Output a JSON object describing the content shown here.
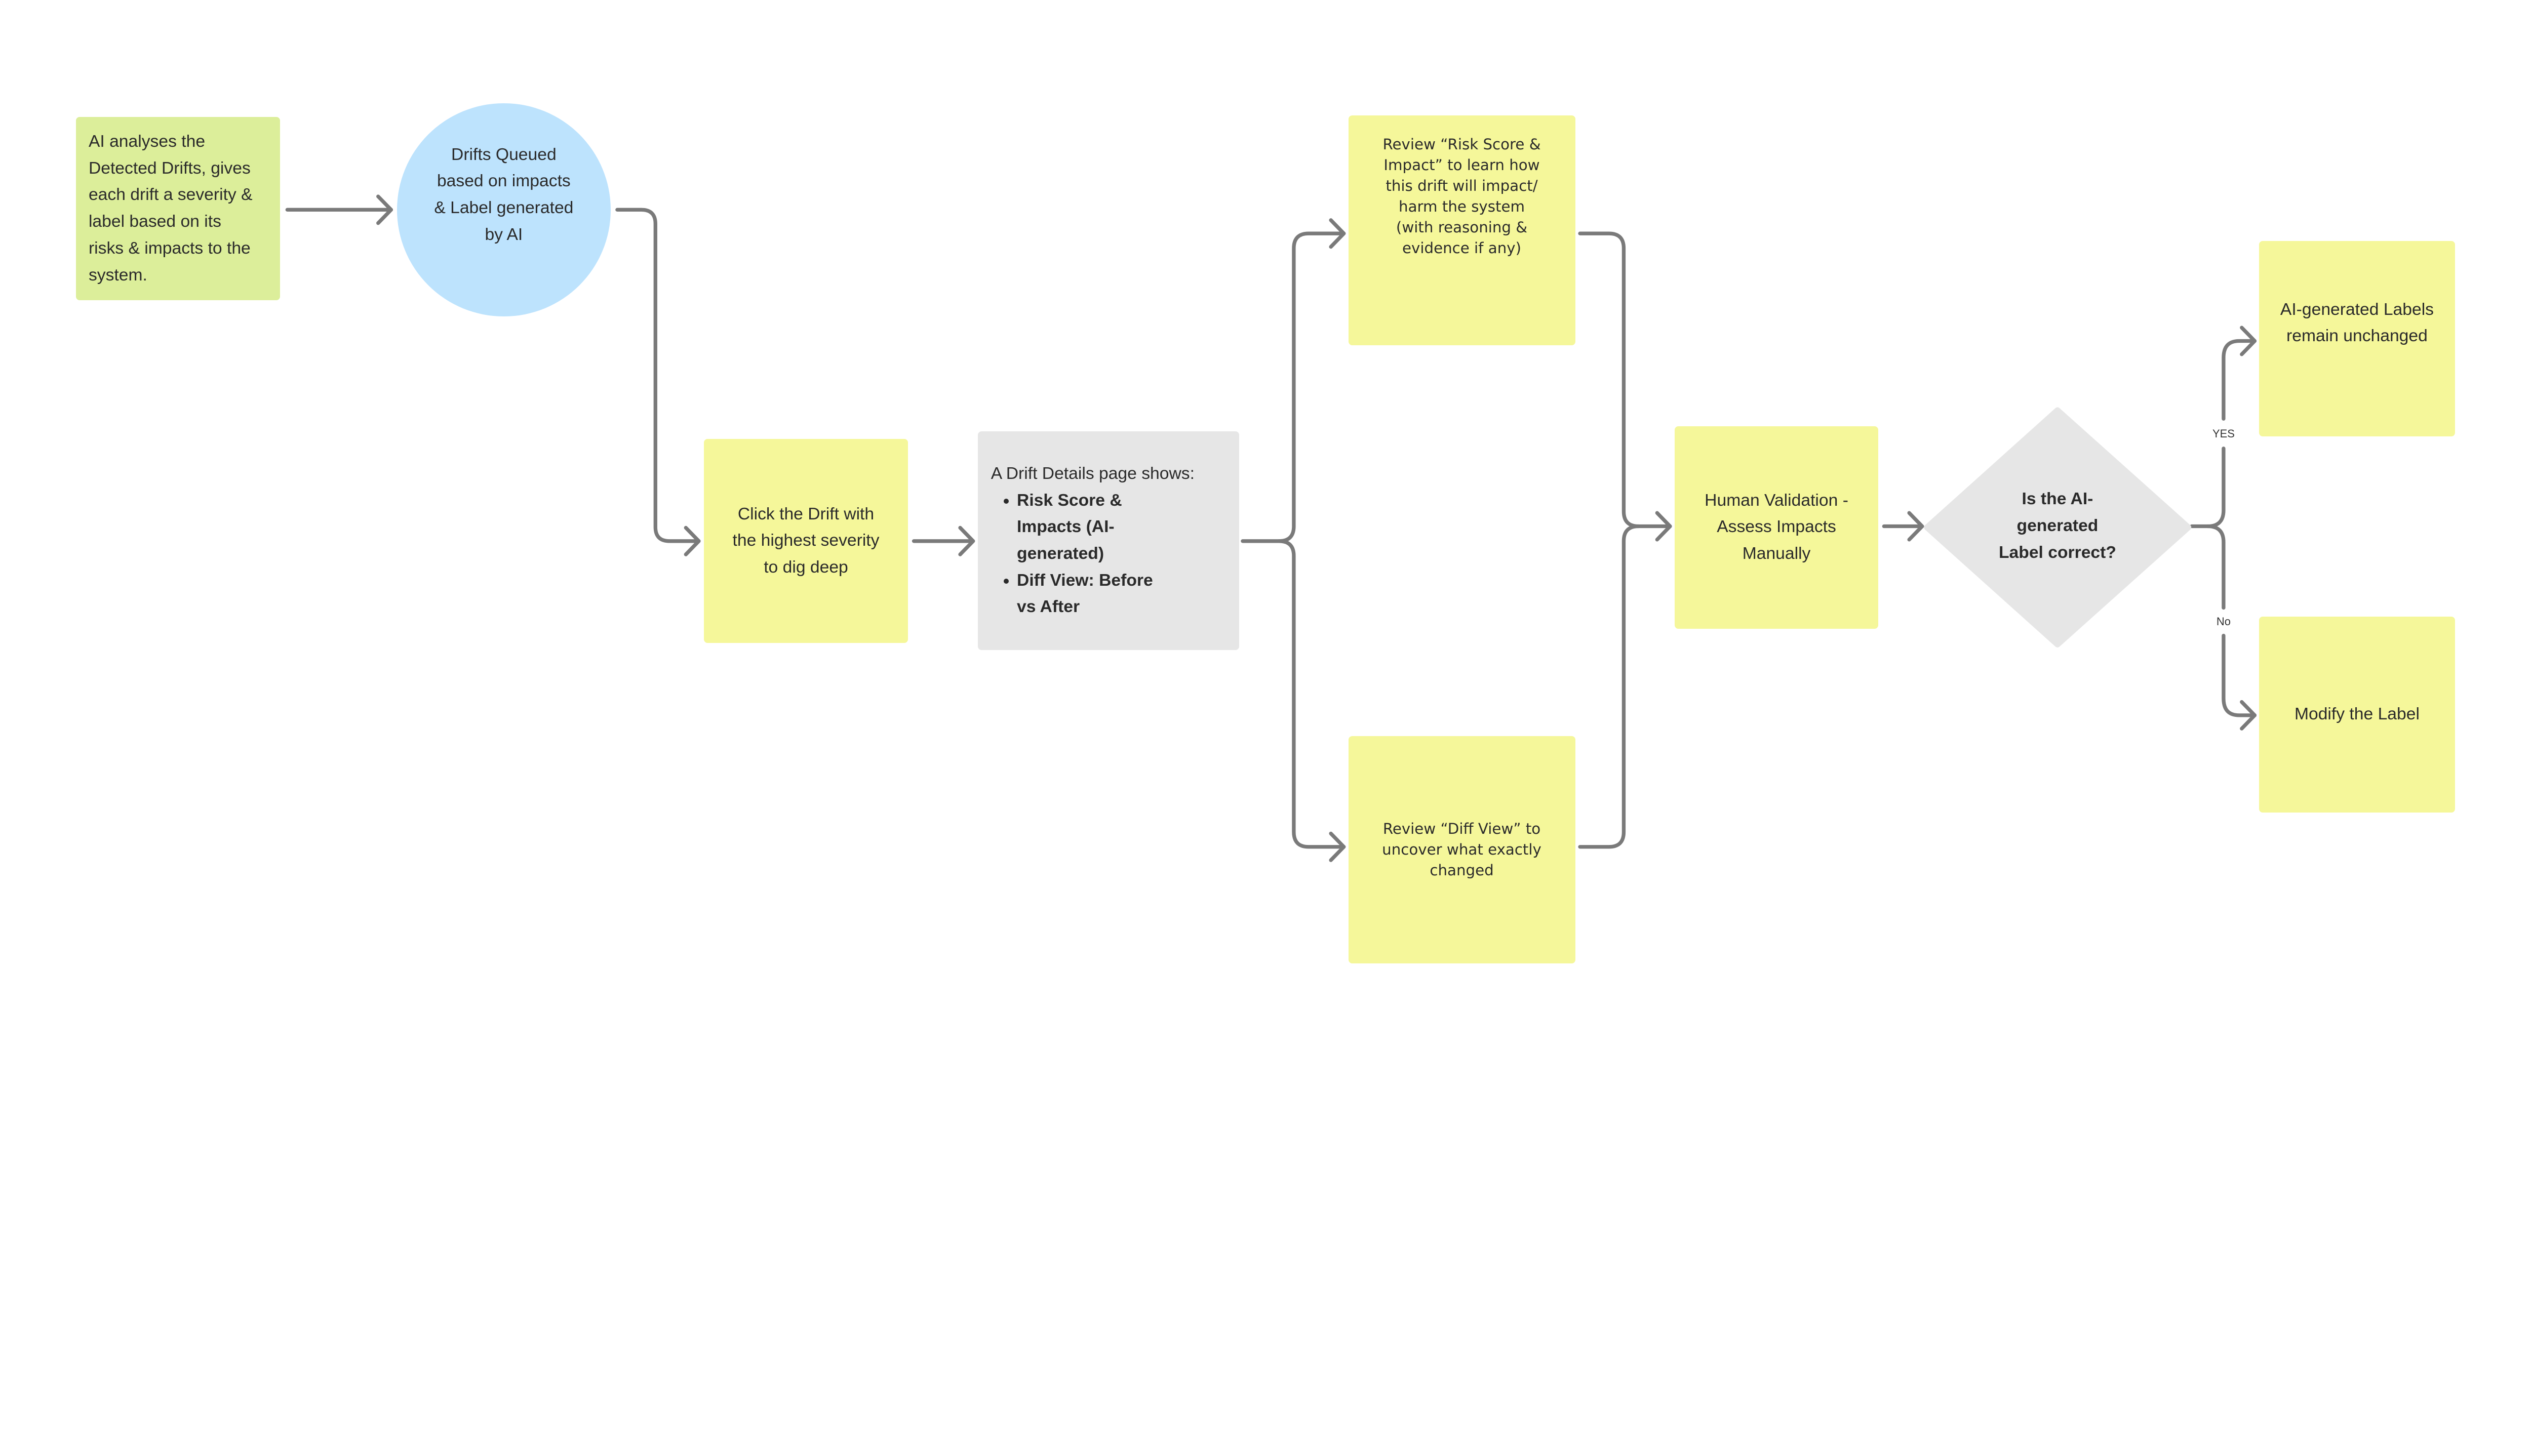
{
  "colors": {
    "green_note": "#dcee9a",
    "blue_node": "#bde3fd",
    "yellow_note": "#f5f79a",
    "gray_node": "#e6e6e6",
    "connector": "#7a7a7a"
  },
  "nodes": {
    "ai_analyses": "AI analyses the\nDetected Drifts, gives\neach drift a severity &\nlabel based on its\nrisks & impacts to the\nsystem.",
    "drifts_queued": "Drifts Queued\nbased on impacts\n& Label generated\nby AI",
    "click_drift": "Click the Drift with\nthe highest severity\nto dig deep",
    "drift_details": {
      "intro": "A Drift Details page shows:",
      "bullets": [
        "Risk Score & Impacts (AI-generated)",
        "Diff View: Before vs After"
      ]
    },
    "review_risk": "Review “Risk Score &\nImpact” to learn how\nthis drift will impact/\nharm the system\n(with reasoning &\nevidence if any)",
    "review_diff": "Review  “Diff View” to\nuncover what exactly\nchanged",
    "human_validation": "Human Validation -\nAssess Impacts\nManually",
    "decision": "Is the AI-\ngenerated\nLabel correct?",
    "labels_unchanged": "AI-generated Labels\nremain unchanged",
    "modify_label": "Modify the Label"
  },
  "edges": {
    "yes_label": "YES",
    "no_label": "No"
  }
}
